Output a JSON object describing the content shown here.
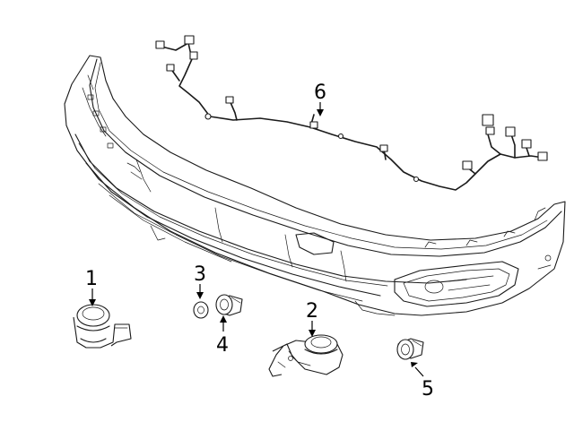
{
  "diagram": {
    "callouts": [
      {
        "id": "1",
        "label": "1"
      },
      {
        "id": "2",
        "label": "2"
      },
      {
        "id": "3",
        "label": "3"
      },
      {
        "id": "4",
        "label": "4"
      },
      {
        "id": "5",
        "label": "5"
      },
      {
        "id": "6",
        "label": "6"
      }
    ],
    "parts": [
      {
        "callout": "1",
        "icon": "park-sensor-icon"
      },
      {
        "callout": "2",
        "icon": "park-sensor-bracket-icon"
      },
      {
        "callout": "3",
        "icon": "washer-icon"
      },
      {
        "callout": "4",
        "icon": "sensor-retainer-icon"
      },
      {
        "callout": "5",
        "icon": "sensor-retainer-icon"
      },
      {
        "callout": "6",
        "icon": "wiring-harness-icon"
      }
    ],
    "line_color": "#1a1a1a",
    "background": "#ffffff"
  }
}
